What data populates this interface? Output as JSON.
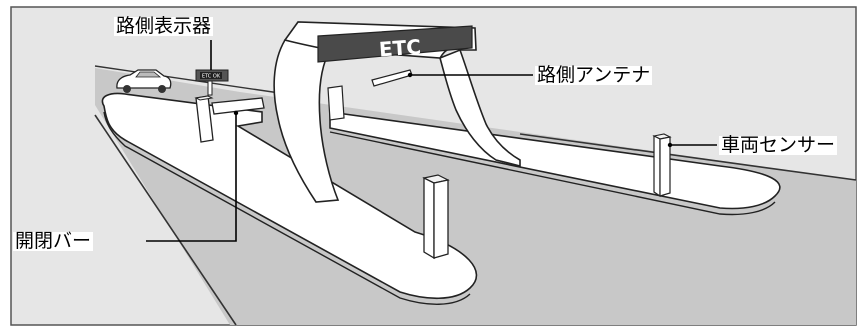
{
  "labels": {
    "roadside_display": "路側表示器",
    "roadside_antenna": "路側アンテナ",
    "vehicle_sensor": "車両センサー",
    "gate_bar": "開閉バー"
  },
  "gantry_sign": "ETC",
  "display_screen_text": "ETC OK",
  "colors": {
    "background": "#e6e6e6",
    "road": "#c8c8c8",
    "island": "#ffffff",
    "outline": "#222222",
    "sign_panel": "#4a4a4a",
    "sign_text": "#ffffff"
  }
}
